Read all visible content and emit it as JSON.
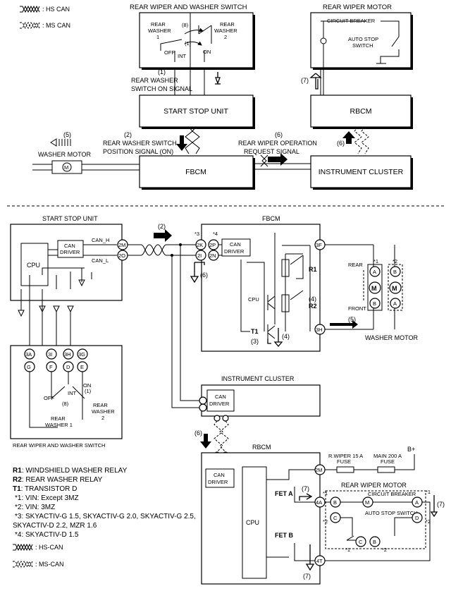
{
  "legend_top": {
    "hs": ": HS CAN",
    "ms": ": MS CAN"
  },
  "top": {
    "switch_title": "REAR WIPER AND WASHER SWITCH",
    "motor_title": "REAR WIPER MOTOR",
    "rear_washer_1": [
      "REAR",
      "WASHER",
      "1"
    ],
    "rear_washer_2": [
      "REAR",
      "WASHER",
      "2"
    ],
    "off": "OFF",
    "int": "INT",
    "on": "ON",
    "step8": "(8)",
    "step1": "(1)",
    "circuit_breaker": "CIRCUIT BREAKER",
    "auto_stop_switch": [
      "AUTO STOP",
      "SWITCH"
    ],
    "signal1_num": "(1)",
    "signal1": [
      "REAR WASHER",
      "SWITCH ON SIGNAL"
    ],
    "start_stop_unit": "START STOP UNIT",
    "rbcm": "RBCM",
    "step7": "(7)",
    "signal2_num": "(2)",
    "signal2": [
      "REAR WASHER SWITCH",
      "POSITION SIGNAL (ON)"
    ],
    "signal6_num": "(6)",
    "signal6": [
      "REAR WIPER OPERATION",
      "REQUEST SIGNAL"
    ],
    "step6": "(6)",
    "step5": "(5)",
    "washer_motor": "WASHER MOTOR",
    "fbcm": "FBCM",
    "instrument_cluster": "INSTRUMENT CLUSTER"
  },
  "bottom": {
    "ssu_title": "START STOP UNIT",
    "can_driver": [
      "CAN",
      "DRIVER"
    ],
    "can_h": "CAN_H",
    "can_l": "CAN_L",
    "cpu": "CPU",
    "pin_2m": "2M",
    "pin_2o": "2O",
    "step2": "(2)",
    "fbcm_title": "FBCM",
    "n3": "*3",
    "n4": "*4",
    "pin_2k": "2K",
    "pin_2p": "2P",
    "pin_2i": "2I",
    "pin_2n": "2N",
    "step6": "(6)",
    "pin_3f": "3F",
    "pin_3h": "3H",
    "r1": "R1",
    "r2": "R2",
    "t1": "T1",
    "step4": "(4)",
    "step3": "(3)",
    "step5": "(5)",
    "rear": "REAR",
    "front": "FRONT",
    "star1": "*1",
    "star2": "*2",
    "pin_a": "A",
    "pin_b": "B",
    "m": "M",
    "washer_motor": "WASHER MOTOR",
    "pins_row1": [
      "3A",
      "3I",
      "3H",
      "3G"
    ],
    "pins_row2": [
      "G",
      "F",
      "D",
      "E"
    ],
    "off": "OFF",
    "int": "INT",
    "on": "ON",
    "step1": "(1)",
    "step8": "(8)",
    "rear_washer_2": [
      "REAR",
      "WASHER",
      "2"
    ],
    "rear_washer_1": [
      "REAR",
      "WASHER 1"
    ],
    "switch_title": "REAR WIPER AND WASHER SWITCH",
    "ic_title": "INSTRUMENT CLUSTER",
    "rbcm_title": "RBCM",
    "rwiper_fuse": [
      "R.WIPER 15 A",
      "FUSE"
    ],
    "main_fuse": [
      "MAIN 200 A",
      "FUSE"
    ],
    "bplus": "B+",
    "pin_2m_r": "2M",
    "pin_4a": "4A",
    "pin_4t": "4T",
    "fet_a": "FET A",
    "fet_b": "FET B",
    "step7": "(7)",
    "rwm_title": "REAR WIPER MOTOR",
    "circuit_breaker": "CIRCUIT BREAKER",
    "auto_stop_switch": "AUTO STOP SWITCH",
    "pin_c": "C",
    "pin_d": "D"
  },
  "notes": [
    {
      "key": "R1",
      "text": ": WINDSHIELD WASHER RELAY"
    },
    {
      "key": "R2",
      "text": ": REAR WASHER RELAY"
    },
    {
      "key": "T1",
      "text": ": TRANSISTOR D"
    },
    {
      "key": "*1",
      "text": ": VIN: Except 3MZ"
    },
    {
      "key": "*2",
      "text": ": VIN: 3MZ"
    },
    {
      "key": "*3",
      "text": ": SKYACTIV-G 1.5, SKYACTIV-G 2.0, SKYACTIV-G 2.5,"
    },
    {
      "key": "",
      "text": "SKYACTIV-D 2.2, MZR 1.6"
    },
    {
      "key": "*4",
      "text": ": SKYACTIV-D 1.5"
    }
  ],
  "legend_bottom": {
    "hs": ": HS-CAN",
    "ms": ": MS-CAN"
  }
}
